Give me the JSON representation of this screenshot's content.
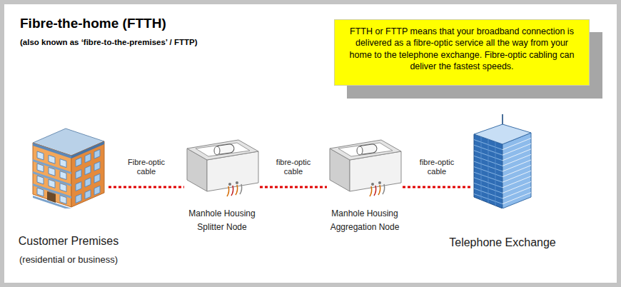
{
  "diagram": {
    "title": "Fibre-the-home (FTTH)",
    "nodes": [
      {
        "text": [
          "FTTH or FTTP means that your broadband connection is delivered as a fibre-optic service all the way from your home to the telephone exchange. Fibre-optic cabling can deliver the fastest speeds."
        ]
      },
      {
        "text": [
          "Customer Premises",
          "(residential or business)"
        ]
      },
      {
        "text": [
          "Manhole Housing Splitter Node"
        ]
      },
      {
        "text": [
          "Manhole Housing Aggregation Node"
        ]
      },
      {
        "text": [
          "Telephone Exchange"
        ]
      }
    ],
    "edges": [
      {
        "from": 1,
        "to": 2,
        "label": "Fibre-optic cable",
        "arrow": "none"
      },
      {
        "from": 2,
        "to": 3,
        "label": "fibre-optic cable",
        "arrow": "none"
      },
      {
        "from": 3,
        "to": 4,
        "label": "fibre-optic cable",
        "arrow": "none"
      }
    ],
    "labels": [
      "(also known as ‘fibre-to-the-premises’ / FTTP)"
    ]
  }
}
